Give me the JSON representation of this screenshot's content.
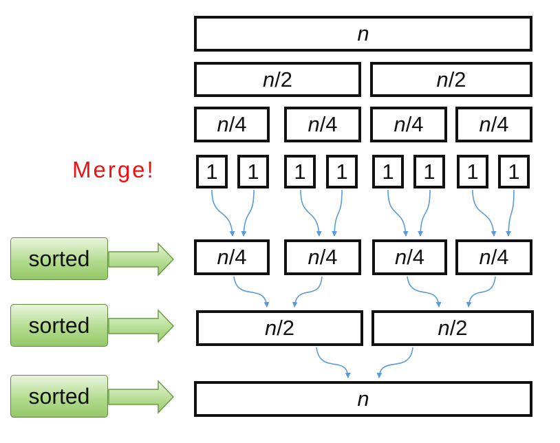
{
  "labels": {
    "merge": "Merge!",
    "sorted": "sorted",
    "n": "n",
    "half": "/2",
    "quarter": "/4",
    "one": "1"
  },
  "colors": {
    "merge_text": "#ee1111",
    "flow_arrow": "#5b9bd5",
    "sorted_fill": "#a9d18e",
    "box_border": "#111111"
  },
  "diagram": {
    "split_levels": [
      "n",
      "n/2",
      "n/4",
      "1"
    ],
    "merge_levels": [
      "n/4",
      "n/2",
      "n"
    ]
  }
}
